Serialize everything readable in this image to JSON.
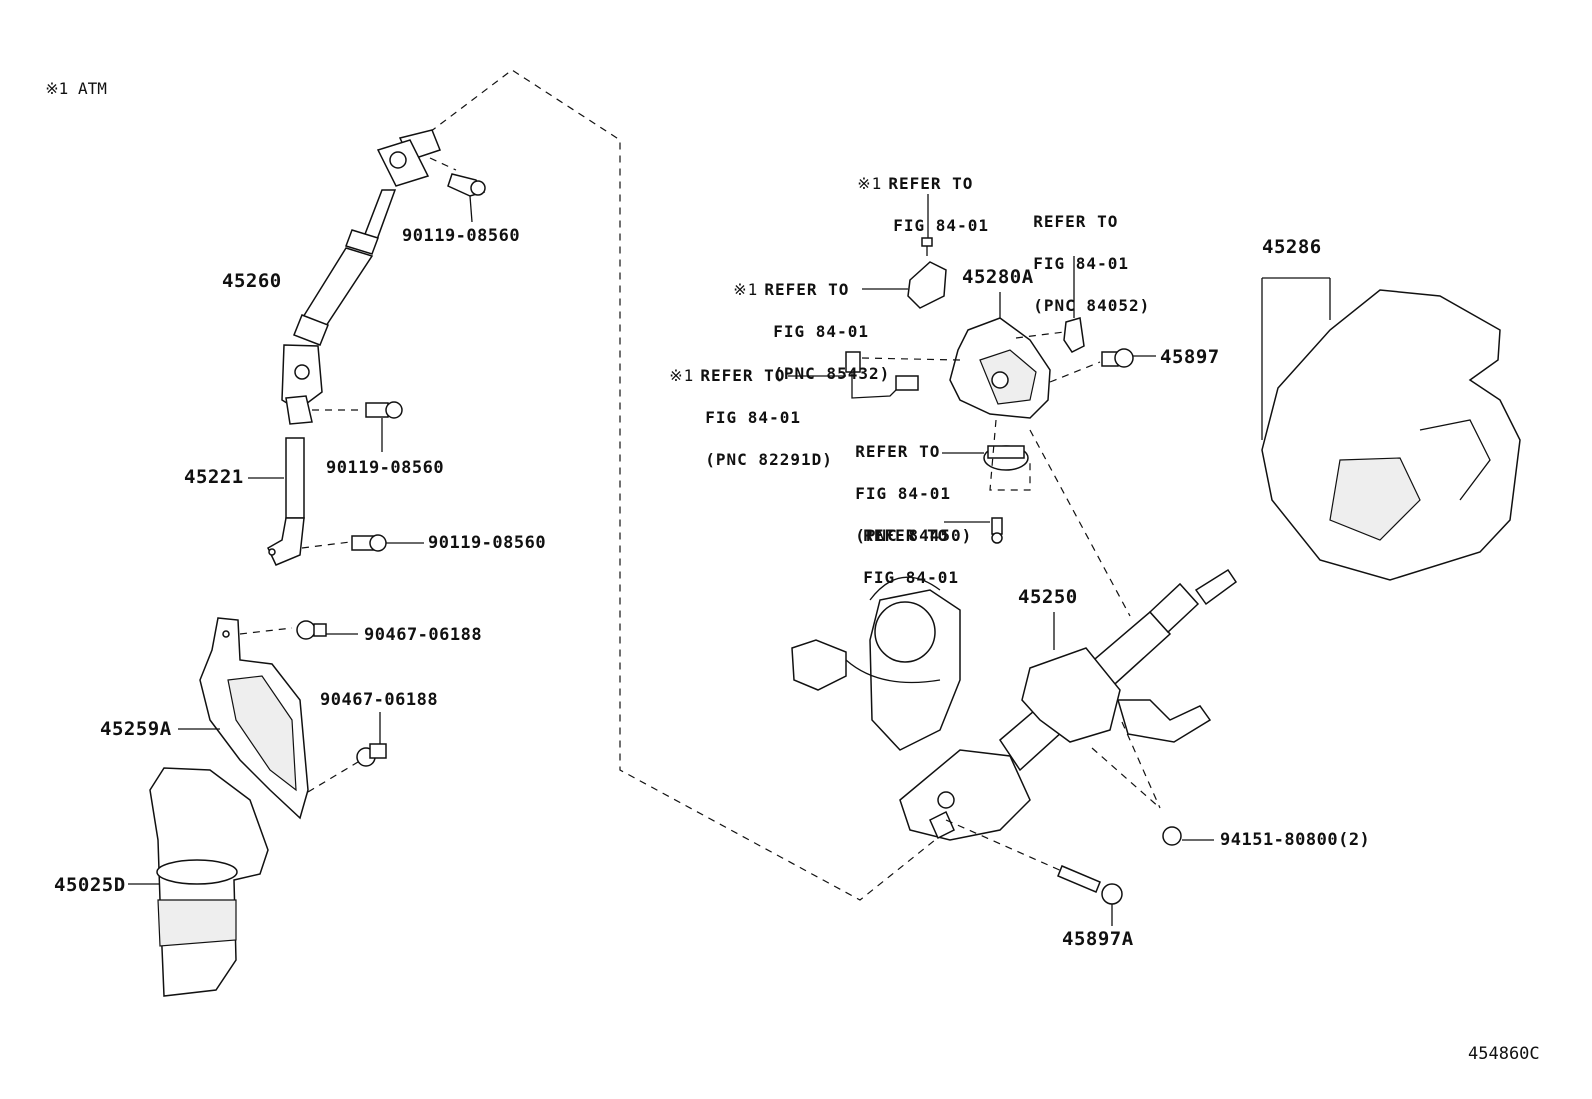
{
  "note": {
    "mark": "※1",
    "text": "ATM"
  },
  "diagram_code": "454860C",
  "parts": {
    "p45260": "45260",
    "p45221": "45221",
    "p45259a": "45259A",
    "p45025d": "45025D",
    "p45286": "45286",
    "p45280a": "45280A",
    "p45897": "45897",
    "p45250": "45250",
    "p45897a": "45897A",
    "bolt1": "90119-08560",
    "bolt2": "90119-08560",
    "bolt3": "90119-08560",
    "clip1": "90467-06188",
    "clip2": "90467-06188",
    "nut": "94151-80800(2)"
  },
  "refs": {
    "r1": {
      "mark": "※1",
      "line1": "REFER TO",
      "line2": "FIG 84-01",
      "line3": ""
    },
    "r2": {
      "mark": "※1",
      "line1": "REFER TO",
      "line2": "FIG 84-01",
      "line3": "(PNC 85432)"
    },
    "r3": {
      "mark": "※1",
      "line1": "REFER TO",
      "line2": "FIG 84-01",
      "line3": "(PNC 82291D)"
    },
    "r4": {
      "line1": "REFER TO",
      "line2": "FIG 84-01",
      "line3": "(PNC 84052)"
    },
    "r5": {
      "line1": "REFER TO",
      "line2": "FIG 84-01",
      "line3": "(PNC 84450)"
    },
    "r6": {
      "line1": "REFER TO",
      "line2": "FIG 84-01"
    }
  }
}
